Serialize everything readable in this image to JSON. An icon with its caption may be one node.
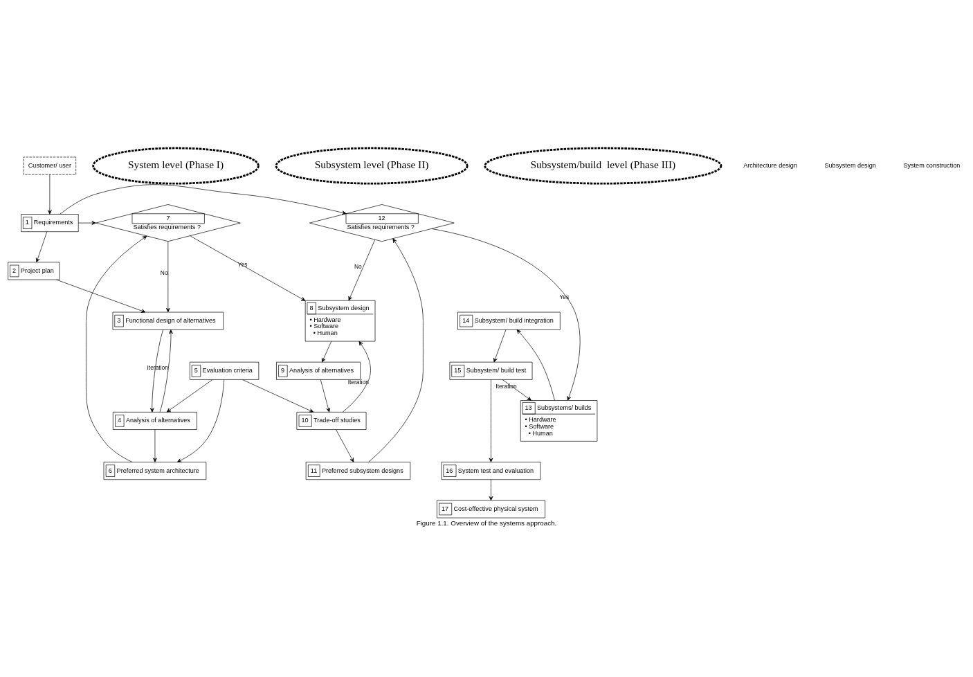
{
  "diagram": {
    "caption": "Figure 1.1. Overview of the systems approach.",
    "nodes": [
      {
        "text": [
          "Customer/ user"
        ]
      },
      {
        "text": [
          "1",
          "Requirements"
        ]
      },
      {
        "text": [
          "2",
          "Project plan"
        ]
      },
      {
        "text": [
          "3",
          "Functional design of alternatives"
        ]
      },
      {
        "text": [
          "4",
          "Analysis of alternatives"
        ]
      },
      {
        "text": [
          "5",
          "Evaluation criteria"
        ]
      },
      {
        "text": [
          "6",
          "Preferred system architecture"
        ]
      },
      {
        "text": [
          "7",
          "Satisfies requirements ?"
        ]
      },
      {
        "text": [
          "8",
          "Subsystem design",
          "• Hardware",
          "• Software",
          "• Human"
        ]
      },
      {
        "text": [
          "9",
          "Analysis of alternatives"
        ]
      },
      {
        "text": [
          "10",
          "Trade-off studies"
        ]
      },
      {
        "text": [
          "11",
          "Preferred subsystem designs"
        ]
      },
      {
        "text": [
          "12",
          "Satisfies requirements ?"
        ]
      },
      {
        "text": [
          "13",
          "Subsystems/ builds",
          "• Hardware",
          "• Software",
          "• Human"
        ]
      },
      {
        "text": [
          "14",
          "Subsystem/ build integration"
        ]
      },
      {
        "text": [
          "15",
          "Subsystem/ build test"
        ]
      },
      {
        "text": [
          "16",
          "System test and evaluation"
        ]
      },
      {
        "text": [
          "17",
          "Cost-effective physical system"
        ]
      },
      {
        "text": [
          "System level (Phase I)"
        ]
      },
      {
        "text": [
          "Subsystem level (Phase II)"
        ]
      },
      {
        "text": [
          "Subsystem/build  level (Phase III)"
        ]
      }
    ],
    "edges": [
      {
        "from": 0,
        "to": 1,
        "arrow": "to"
      },
      {
        "from": 1,
        "to": 2,
        "arrow": "to"
      },
      {
        "from": 2,
        "to": 3,
        "arrow": "to"
      },
      {
        "from": 7,
        "to": 3,
        "arrow": "to",
        "label": "No"
      },
      {
        "from": 3,
        "to": 4,
        "arrow": "to"
      },
      {
        "from": 4,
        "to": 3,
        "arrow": "to",
        "label": "Iteration"
      },
      {
        "from": 5,
        "to": 4,
        "arrow": "to"
      },
      {
        "from": 4,
        "to": 6,
        "arrow": "to"
      },
      {
        "from": 5,
        "to": 6,
        "arrow": "to"
      },
      {
        "from": 5,
        "to": 10,
        "arrow": "to"
      },
      {
        "from": 6,
        "to": 7,
        "arrow": "to"
      },
      {
        "from": 1,
        "to": 7,
        "arrow": "to"
      },
      {
        "from": 1,
        "to": 12,
        "arrow": "to"
      },
      {
        "from": 7,
        "to": 8,
        "arrow": "to",
        "label": "Yes"
      },
      {
        "from": 12,
        "to": 8,
        "arrow": "to",
        "label": "No"
      },
      {
        "from": 8,
        "to": 9,
        "arrow": "to"
      },
      {
        "from": 9,
        "to": 10,
        "arrow": "to"
      },
      {
        "from": 10,
        "to": 11,
        "arrow": "to"
      },
      {
        "from": 10,
        "to": 8,
        "arrow": "to",
        "label": "Iteration"
      },
      {
        "from": 11,
        "to": 12,
        "arrow": "to"
      },
      {
        "from": 12,
        "to": 13,
        "arrow": "to",
        "label": "Yes"
      },
      {
        "from": 13,
        "to": 14,
        "arrow": "to"
      },
      {
        "from": 14,
        "to": 15,
        "arrow": "to"
      },
      {
        "from": 15,
        "to": 16,
        "arrow": "to"
      },
      {
        "from": 16,
        "to": 17,
        "arrow": "to"
      },
      {
        "from": 15,
        "to": 13,
        "arrow": "to",
        "label": "Iteration"
      }
    ],
    "labels": [
      "Architecture design",
      "Subsystem design",
      "System construction"
    ]
  }
}
